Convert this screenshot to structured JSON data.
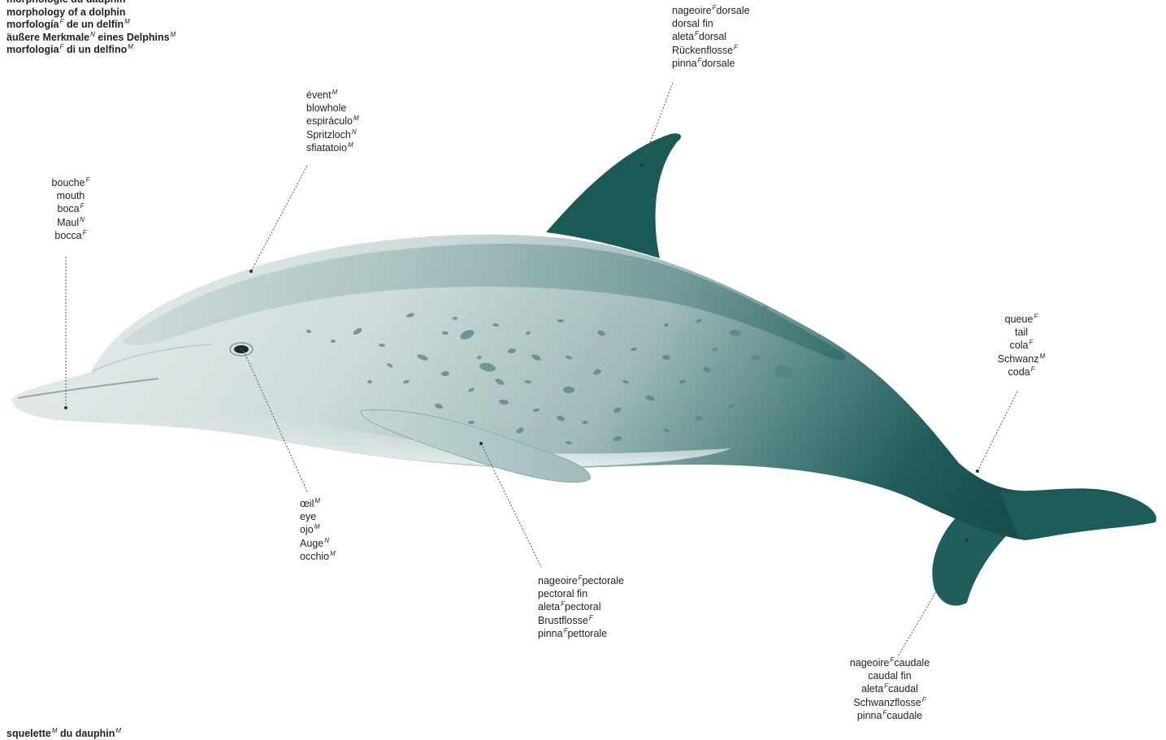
{
  "titles": [
    [
      {
        "t": "morphologie du dauphin"
      }
    ],
    [
      {
        "t": "morphology of a dolphin"
      }
    ],
    [
      {
        "t": "morfología",
        "g": "F"
      },
      {
        "t": " de un delfín",
        "g": "M"
      }
    ],
    [
      {
        "t": "äußere Merkmale",
        "g": "N"
      },
      {
        "t": " eines Delphins",
        "g": "M"
      }
    ],
    [
      {
        "t": "morfologia",
        "g": "F"
      },
      {
        "t": " di un delfino",
        "g": "M"
      }
    ]
  ],
  "bottom_title": [
    {
      "t": "squelette",
      "g": "M"
    },
    {
      "t": " du dauphin",
      "g": "M"
    }
  ],
  "labels": {
    "dorsal_fin": [
      [
        {
          "t": "nageoire",
          "g": "F"
        },
        {
          "t": "dorsale"
        }
      ],
      [
        {
          "t": "dorsal fin"
        }
      ],
      [
        {
          "t": "aleta",
          "g": "F"
        },
        {
          "t": "dorsal"
        }
      ],
      [
        {
          "t": "Rückenflosse",
          "g": "F"
        }
      ],
      [
        {
          "t": "pinna",
          "g": "F"
        },
        {
          "t": "dorsale"
        }
      ]
    ],
    "blowhole": [
      [
        {
          "t": "évent",
          "g": "M"
        }
      ],
      [
        {
          "t": "blowhole"
        }
      ],
      [
        {
          "t": "espiráculo",
          "g": "M"
        }
      ],
      [
        {
          "t": "Spritzloch",
          "g": "N"
        }
      ],
      [
        {
          "t": "sfiatatoio",
          "g": "M"
        }
      ]
    ],
    "mouth": [
      [
        {
          "t": "bouche",
          "g": "F"
        }
      ],
      [
        {
          "t": "mouth"
        }
      ],
      [
        {
          "t": "boca",
          "g": "F"
        }
      ],
      [
        {
          "t": "Maul",
          "g": "N"
        }
      ],
      [
        {
          "t": "bocca",
          "g": "F"
        }
      ]
    ],
    "tail": [
      [
        {
          "t": "queue",
          "g": "F"
        }
      ],
      [
        {
          "t": "tail"
        }
      ],
      [
        {
          "t": "cola",
          "g": "F"
        }
      ],
      [
        {
          "t": "Schwanz",
          "g": "M"
        }
      ],
      [
        {
          "t": "coda",
          "g": "F"
        }
      ]
    ],
    "eye": [
      [
        {
          "t": "œil",
          "g": "M"
        }
      ],
      [
        {
          "t": "eye"
        }
      ],
      [
        {
          "t": "ojo",
          "g": "M"
        }
      ],
      [
        {
          "t": "Auge",
          "g": "N"
        }
      ],
      [
        {
          "t": "occhio",
          "g": "M"
        }
      ]
    ],
    "pectoral_fin": [
      [
        {
          "t": "nageoire",
          "g": "F"
        },
        {
          "t": "pectorale"
        }
      ],
      [
        {
          "t": "pectoral fin"
        }
      ],
      [
        {
          "t": "aleta",
          "g": "F"
        },
        {
          "t": "pectoral"
        }
      ],
      [
        {
          "t": "Brustflosse",
          "g": "F"
        }
      ],
      [
        {
          "t": "pinna",
          "g": "F"
        },
        {
          "t": "pettorale"
        }
      ]
    ],
    "caudal_fin": [
      [
        {
          "t": "nageoire",
          "g": "F"
        },
        {
          "t": "caudale"
        }
      ],
      [
        {
          "t": "caudal fin"
        }
      ],
      [
        {
          "t": "aleta",
          "g": "F"
        },
        {
          "t": "caudal"
        }
      ],
      [
        {
          "t": "Schwanzflosse",
          "g": "F"
        }
      ],
      [
        {
          "t": "pinna",
          "g": "F"
        },
        {
          "t": "caudale"
        }
      ]
    ]
  },
  "colors": {
    "body_light": "#dfe8e7",
    "body_mid": "#a9c0bf",
    "body_dark": "#1d5a58",
    "fin_dark": "#1b5755",
    "spot": "#4f8584",
    "leader": "#555555"
  }
}
